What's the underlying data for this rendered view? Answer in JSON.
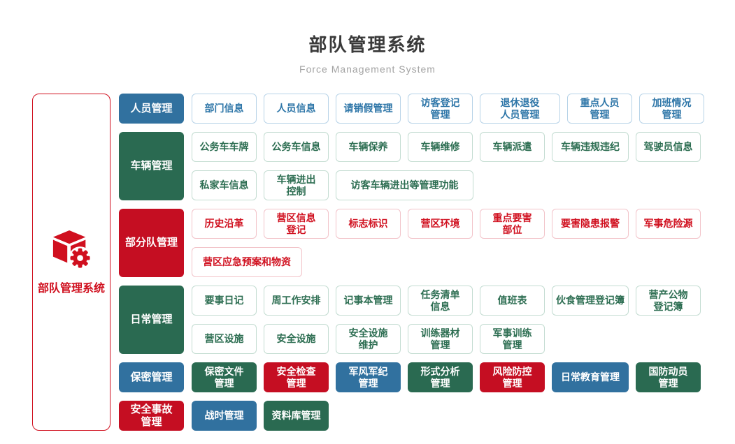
{
  "page": {
    "title": "部队管理系统",
    "subtitle": "Force Management System"
  },
  "root_node": {
    "label": "部队管理系统",
    "icon": "cube-gear-icon"
  },
  "colors": {
    "blue_solid": "#31719f",
    "green_solid": "#2a6a51",
    "red_solid": "#c50e22",
    "blue_text": "#2e76a8",
    "green_text": "#2d6e52",
    "red_text": "#d0101f",
    "blue_border": "#b7d3e8",
    "green_border": "#c3dcd1",
    "red_border": "#f2c3c9"
  },
  "sections": [
    {
      "label": "人员管理",
      "color": "blue",
      "rows": [
        [
          "部门信息",
          "人员信息",
          "请销假管理",
          "访客登记\n管理",
          "退休退役\n人员管理",
          "重点人员\n管理",
          "加班情况\n管理"
        ]
      ]
    },
    {
      "label": "车辆管理",
      "color": "green",
      "rows": [
        [
          "公务车车牌",
          "公务车信息",
          "车辆保养",
          "车辆维修",
          "车辆派遣",
          "车辆违规违纪",
          "驾驶员信息"
        ],
        [
          "私家车信息",
          "车辆进出\n控制",
          "访客车辆进出等管理功能"
        ]
      ]
    },
    {
      "label": "部分队管理",
      "color": "red",
      "rows": [
        [
          "历史沿革",
          "营区信息\n登记",
          "标志标识",
          "营区环境",
          "重点要害\n部位",
          "要害隐患报警",
          "军事危险源"
        ],
        [
          "营区应急预案和物资"
        ]
      ]
    },
    {
      "label": "日常管理",
      "color": "green",
      "rows": [
        [
          "要事日记",
          "周工作安排",
          "记事本管理",
          "任务清单\n信息",
          "值班表",
          "伙食管理登记簿",
          "营产公物\n登记簿"
        ],
        [
          "营区设施",
          "安全设施",
          "安全设施\n维护",
          "训练器材\n管理",
          "军事训练\n管理"
        ]
      ]
    }
  ],
  "solid_sections": [
    {
      "header": {
        "label": "保密管理",
        "color": "blue"
      },
      "items": [
        {
          "label": "保密文件\n管理",
          "color": "green"
        },
        {
          "label": "安全检查\n管理",
          "color": "red"
        },
        {
          "label": "军风军纪\n管理",
          "color": "blue"
        },
        {
          "label": "形式分析\n管理",
          "color": "green"
        },
        {
          "label": "风险防控\n管理",
          "color": "red"
        },
        {
          "label": "日常教育管理",
          "color": "blue"
        },
        {
          "label": "国防动员\n管理",
          "color": "green"
        }
      ]
    },
    {
      "header": {
        "label": "安全事故\n管理",
        "color": "red"
      },
      "items": [
        {
          "label": "战时管理",
          "color": "blue"
        },
        {
          "label": "资料库管理",
          "color": "green"
        }
      ]
    }
  ]
}
